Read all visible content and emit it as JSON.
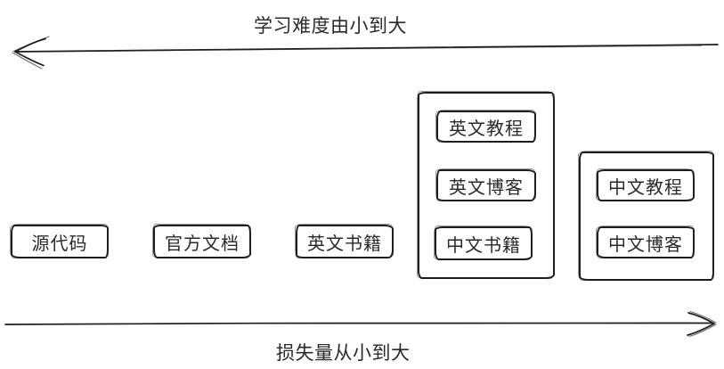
{
  "top_arrow": {
    "label": "学习难度由小到大",
    "direction": "left"
  },
  "bottom_arrow": {
    "label": "损失量从小到大",
    "direction": "right"
  },
  "boxes": [
    {
      "label": "源代码"
    },
    {
      "label": "官方文档"
    },
    {
      "label": "英文书籍"
    }
  ],
  "groups": [
    {
      "boxes": [
        {
          "label": "英文教程"
        },
        {
          "label": "英文博客"
        },
        {
          "label": "中文书籍"
        }
      ]
    },
    {
      "boxes": [
        {
          "label": "中文教程"
        },
        {
          "label": "中文博客"
        }
      ]
    }
  ],
  "colors": {
    "stroke": "#1e1e1e",
    "background": "#ffffff"
  }
}
